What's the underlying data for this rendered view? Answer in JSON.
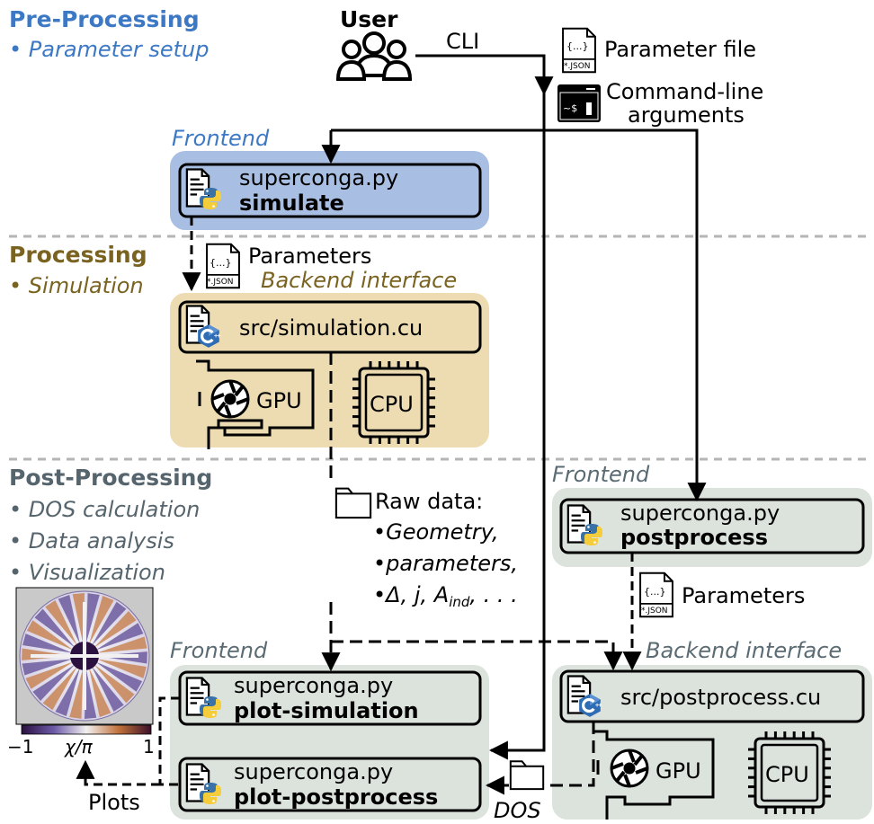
{
  "colors": {
    "preprocessing": "#3d78c4",
    "processing": "#7a6321",
    "postprocessing": "#56656d",
    "frontend_blue": "#a8bfe3",
    "backend_tan": "#eddcb1",
    "post_gray": "#dce2dc",
    "divider": "#b5b5b5"
  },
  "sections": {
    "pre": {
      "title": "Pre-Processing",
      "items": [
        "• Parameter setup"
      ]
    },
    "proc": {
      "title": "Processing",
      "items": [
        "• Simulation"
      ]
    },
    "post": {
      "title": "Post-Processing",
      "items": [
        "• DOS calculation",
        "• Data analysis",
        "• Visualization"
      ]
    }
  },
  "user": {
    "label": "User",
    "cli": "CLI"
  },
  "inputs": {
    "param_file_icon": "{...}",
    "param_file_ext": "*.JSON",
    "param_file": "Parameter file",
    "terminal_prompt": "~$",
    "cmd_line_1": "Command-line",
    "cmd_line_2": "arguments"
  },
  "labels": {
    "frontend": "Frontend",
    "backend_interface": "Backend interface",
    "parameters": "Parameters",
    "plots": "Plots",
    "dos": "DOS",
    "gpu": "GPU",
    "cpu": "CPU"
  },
  "boxes": {
    "simulate": {
      "line1": "superconga.py",
      "line2": "simulate"
    },
    "simulation_cu": {
      "line1": "src/simulation.cu"
    },
    "postprocess": {
      "line1": "superconga.py",
      "line2": "postprocess"
    },
    "postprocess_cu": {
      "line1": "src/postprocess.cu"
    },
    "plot_simulation": {
      "line1": "superconga.py",
      "line2": "plot-simulation"
    },
    "plot_postprocess": {
      "line1": "superconga.py",
      "line2": "plot-postprocess"
    }
  },
  "raw_data": {
    "title": "Raw data:",
    "items": [
      "•Geometry,",
      "•parameters,"
    ],
    "math_line": "•Δ, j, A",
    "math_sub": "ind",
    "math_tail": ", . . ."
  },
  "colorbar": {
    "min": "−1",
    "label": "χ/π",
    "max": "1"
  },
  "icons": [
    "user-group-icon",
    "json-file-icon",
    "terminal-icon",
    "python-file-icon",
    "cpp-file-icon",
    "gpu-icon",
    "cpu-icon",
    "folder-icon"
  ]
}
